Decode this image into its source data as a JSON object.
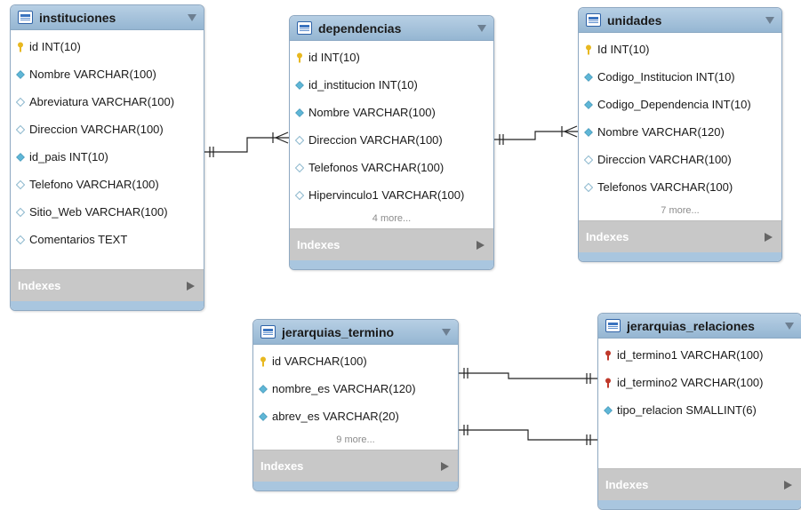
{
  "tables": {
    "instituciones": {
      "title": "instituciones",
      "columns": [
        {
          "text": "id INT(10)",
          "icon": "primary-key-icon"
        },
        {
          "text": "Nombre VARCHAR(100)",
          "icon": "filled-diamond-icon"
        },
        {
          "text": "Abreviatura VARCHAR(100)",
          "icon": "hollow-diamond-icon"
        },
        {
          "text": "Direccion VARCHAR(100)",
          "icon": "hollow-diamond-icon"
        },
        {
          "text": "id_pais INT(10)",
          "icon": "filled-diamond-icon"
        },
        {
          "text": "Telefono VARCHAR(100)",
          "icon": "hollow-diamond-icon"
        },
        {
          "text": "Sitio_Web VARCHAR(100)",
          "icon": "hollow-diamond-icon"
        },
        {
          "text": "Comentarios TEXT",
          "icon": "hollow-diamond-icon"
        }
      ],
      "more": "",
      "indexes": "Indexes"
    },
    "dependencias": {
      "title": "dependencias",
      "columns": [
        {
          "text": "id INT(10)",
          "icon": "primary-key-icon"
        },
        {
          "text": "id_institucion INT(10)",
          "icon": "filled-diamond-icon"
        },
        {
          "text": "Nombre VARCHAR(100)",
          "icon": "filled-diamond-icon"
        },
        {
          "text": "Direccion VARCHAR(100)",
          "icon": "hollow-diamond-icon"
        },
        {
          "text": "Telefonos VARCHAR(100)",
          "icon": "hollow-diamond-icon"
        },
        {
          "text": "Hipervinculo1 VARCHAR(100)",
          "icon": "hollow-diamond-icon"
        }
      ],
      "more": "4 more...",
      "indexes": "Indexes"
    },
    "unidades": {
      "title": "unidades",
      "columns": [
        {
          "text": "Id INT(10)",
          "icon": "primary-key-icon"
        },
        {
          "text": "Codigo_Institucion INT(10)",
          "icon": "filled-diamond-icon"
        },
        {
          "text": "Codigo_Dependencia INT(10)",
          "icon": "filled-diamond-icon"
        },
        {
          "text": "Nombre VARCHAR(120)",
          "icon": "filled-diamond-icon"
        },
        {
          "text": "Direccion VARCHAR(100)",
          "icon": "hollow-diamond-icon"
        },
        {
          "text": "Telefonos VARCHAR(100)",
          "icon": "hollow-diamond-icon"
        }
      ],
      "more": "7 more...",
      "indexes": "Indexes"
    },
    "jerarquias_termino": {
      "title": "jerarquias_termino",
      "columns": [
        {
          "text": "id VARCHAR(100)",
          "icon": "primary-key-icon"
        },
        {
          "text": "nombre_es VARCHAR(120)",
          "icon": "filled-diamond-icon"
        },
        {
          "text": "abrev_es VARCHAR(20)",
          "icon": "filled-diamond-icon"
        }
      ],
      "more": "9 more...",
      "indexes": "Indexes"
    },
    "jerarquias_relaciones": {
      "title": "jerarquias_relaciones",
      "columns": [
        {
          "text": "id_termino1 VARCHAR(100)",
          "icon": "foreign-key-icon"
        },
        {
          "text": "id_termino2 VARCHAR(100)",
          "icon": "foreign-key-icon"
        },
        {
          "text": "tipo_relacion SMALLINT(6)",
          "icon": "filled-diamond-icon"
        }
      ],
      "more": "",
      "indexes": "Indexes"
    }
  },
  "colors": {
    "header": "#a9c6df",
    "indexes_bar": "#c8c8c8",
    "primary_key": "#e8b820",
    "foreign_key": "#c0392b",
    "filled_diamond": "#5fb6d6",
    "connector": "#222222"
  }
}
